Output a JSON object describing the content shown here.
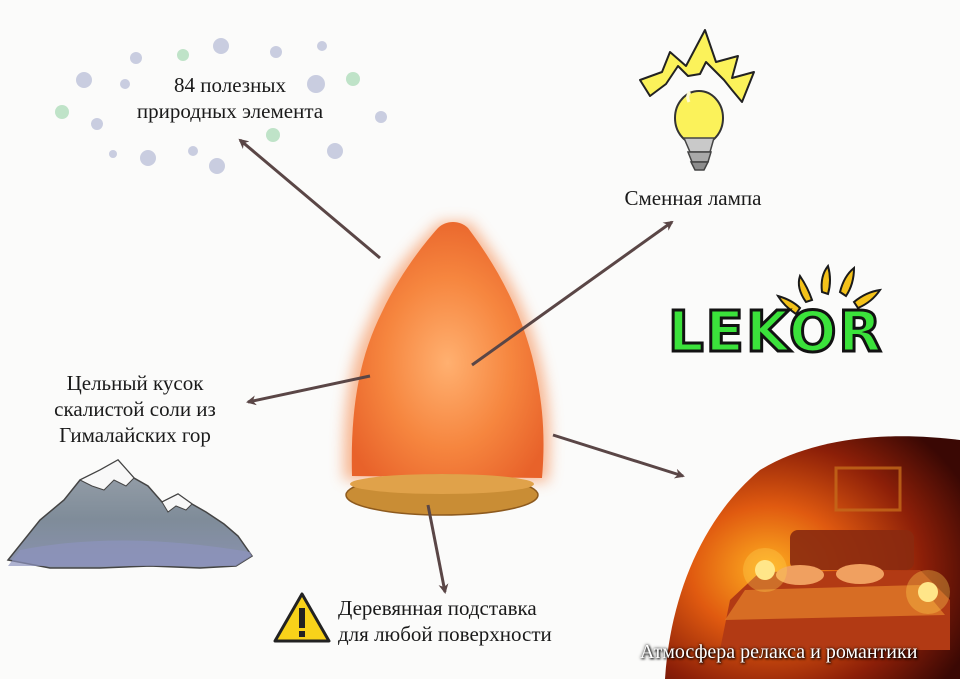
{
  "labels": {
    "minerals": "84 полезных\nприродных элемента",
    "lamp": "Сменная лампа",
    "rock": "Цельный кусок\nскалистой соли из\nГималайских гор",
    "stand": "Деревянная подставка\nдля любой поверхности",
    "atmosphere": "Атмосфера релакса и романтики"
  },
  "logo": {
    "text": "LEKOR"
  },
  "colors": {
    "arrow": "#5a4646",
    "salt": "#f27a3c",
    "stand": "#c98d35",
    "logo_green": "#3be23b",
    "logo_yellow": "#f4c21a",
    "bulb": "#fbf25a"
  },
  "icons": [
    "salt-lamp-icon",
    "mineral-dots-icon",
    "light-bulb-icon",
    "mountain-icon",
    "warning-icon",
    "lekor-logo",
    "bedroom-photo"
  ]
}
